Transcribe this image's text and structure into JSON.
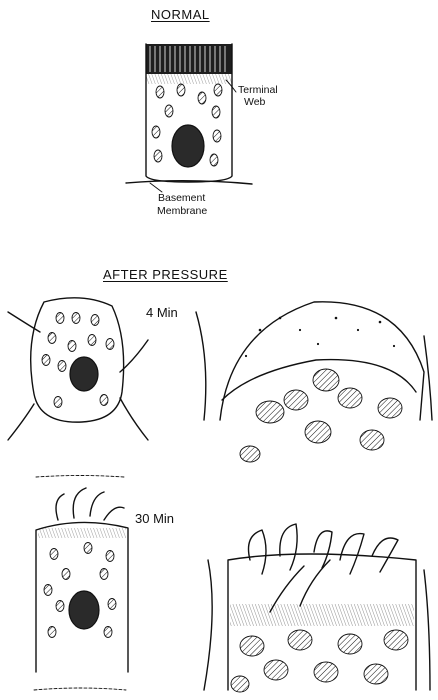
{
  "sections": {
    "normal_title": "NORMAL",
    "after_title": "AFTER PRESSURE"
  },
  "labels": {
    "terminal_web_line1": "Terminal",
    "terminal_web_line2": "Web",
    "basement_line1": "Basement",
    "basement_line2": "Membrane",
    "time_4": "4 Min",
    "time_30": "30 Min"
  }
}
